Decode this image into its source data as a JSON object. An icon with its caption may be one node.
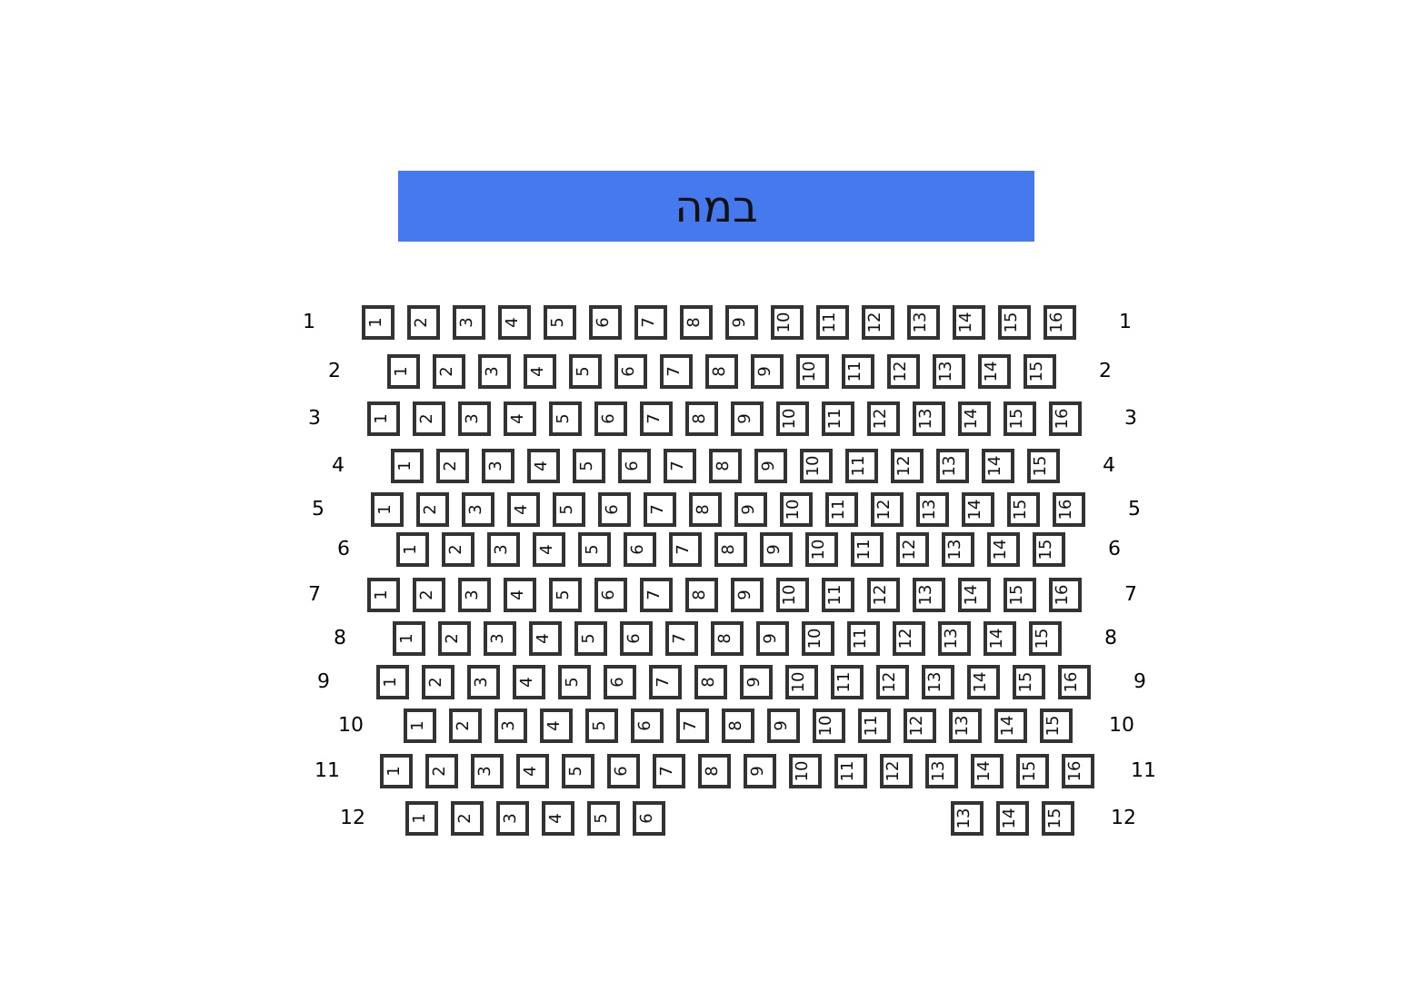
{
  "diagram": {
    "nodes": [
      {
        "text": [
          "במה"
        ]
      },
      {
        "text": [
          "1"
        ]
      },
      {
        "text": [
          "2"
        ]
      },
      {
        "text": [
          "3"
        ]
      },
      {
        "text": [
          "4"
        ]
      },
      {
        "text": [
          "5"
        ]
      },
      {
        "text": [
          "6"
        ]
      },
      {
        "text": [
          "7"
        ]
      },
      {
        "text": [
          "8"
        ]
      },
      {
        "text": [
          "9"
        ]
      },
      {
        "text": [
          "10"
        ]
      },
      {
        "text": [
          "11"
        ]
      },
      {
        "text": [
          "12"
        ]
      },
      {
        "text": [
          "13"
        ]
      },
      {
        "text": [
          "14"
        ]
      },
      {
        "text": [
          "15"
        ]
      },
      {
        "text": [
          "16"
        ]
      },
      {
        "text": [
          "1"
        ]
      },
      {
        "text": [
          "2"
        ]
      },
      {
        "text": [
          "3"
        ]
      },
      {
        "text": [
          "4"
        ]
      },
      {
        "text": [
          "5"
        ]
      },
      {
        "text": [
          "6"
        ]
      },
      {
        "text": [
          "7"
        ]
      },
      {
        "text": [
          "8"
        ]
      },
      {
        "text": [
          "9"
        ]
      },
      {
        "text": [
          "10"
        ]
      },
      {
        "text": [
          "11"
        ]
      },
      {
        "text": [
          "12"
        ]
      },
      {
        "text": [
          "13"
        ]
      },
      {
        "text": [
          "14"
        ]
      },
      {
        "text": [
          "15"
        ]
      },
      {
        "text": [
          "1"
        ]
      },
      {
        "text": [
          "2"
        ]
      },
      {
        "text": [
          "3"
        ]
      },
      {
        "text": [
          "4"
        ]
      },
      {
        "text": [
          "5"
        ]
      },
      {
        "text": [
          "6"
        ]
      },
      {
        "text": [
          "7"
        ]
      },
      {
        "text": [
          "8"
        ]
      },
      {
        "text": [
          "9"
        ]
      },
      {
        "text": [
          "10"
        ]
      },
      {
        "text": [
          "11"
        ]
      },
      {
        "text": [
          "12"
        ]
      },
      {
        "text": [
          "13"
        ]
      },
      {
        "text": [
          "14"
        ]
      },
      {
        "text": [
          "15"
        ]
      },
      {
        "text": [
          "16"
        ]
      },
      {
        "text": [
          "1"
        ]
      },
      {
        "text": [
          "2"
        ]
      },
      {
        "text": [
          "3"
        ]
      },
      {
        "text": [
          "4"
        ]
      },
      {
        "text": [
          "5"
        ]
      },
      {
        "text": [
          "6"
        ]
      },
      {
        "text": [
          "7"
        ]
      },
      {
        "text": [
          "8"
        ]
      },
      {
        "text": [
          "9"
        ]
      },
      {
        "text": [
          "10"
        ]
      },
      {
        "text": [
          "11"
        ]
      },
      {
        "text": [
          "12"
        ]
      },
      {
        "text": [
          "13"
        ]
      },
      {
        "text": [
          "14"
        ]
      },
      {
        "text": [
          "15"
        ]
      },
      {
        "text": [
          "1"
        ]
      },
      {
        "text": [
          "2"
        ]
      },
      {
        "text": [
          "3"
        ]
      },
      {
        "text": [
          "4"
        ]
      },
      {
        "text": [
          "5"
        ]
      },
      {
        "text": [
          "6"
        ]
      },
      {
        "text": [
          "7"
        ]
      },
      {
        "text": [
          "8"
        ]
      },
      {
        "text": [
          "9"
        ]
      },
      {
        "text": [
          "10"
        ]
      },
      {
        "text": [
          "11"
        ]
      },
      {
        "text": [
          "12"
        ]
      },
      {
        "text": [
          "13"
        ]
      },
      {
        "text": [
          "14"
        ]
      },
      {
        "text": [
          "15"
        ]
      },
      {
        "text": [
          "16"
        ]
      },
      {
        "text": [
          "1"
        ]
      },
      {
        "text": [
          "2"
        ]
      },
      {
        "text": [
          "3"
        ]
      },
      {
        "text": [
          "4"
        ]
      },
      {
        "text": [
          "5"
        ]
      },
      {
        "text": [
          "6"
        ]
      },
      {
        "text": [
          "7"
        ]
      },
      {
        "text": [
          "8"
        ]
      },
      {
        "text": [
          "9"
        ]
      },
      {
        "text": [
          "10"
        ]
      },
      {
        "text": [
          "11"
        ]
      },
      {
        "text": [
          "12"
        ]
      },
      {
        "text": [
          "13"
        ]
      },
      {
        "text": [
          "14"
        ]
      },
      {
        "text": [
          "15"
        ]
      },
      {
        "text": [
          "1"
        ]
      },
      {
        "text": [
          "2"
        ]
      },
      {
        "text": [
          "3"
        ]
      },
      {
        "text": [
          "4"
        ]
      },
      {
        "text": [
          "5"
        ]
      },
      {
        "text": [
          "6"
        ]
      },
      {
        "text": [
          "7"
        ]
      },
      {
        "text": [
          "8"
        ]
      },
      {
        "text": [
          "9"
        ]
      },
      {
        "text": [
          "10"
        ]
      },
      {
        "text": [
          "11"
        ]
      },
      {
        "text": [
          "12"
        ]
      },
      {
        "text": [
          "13"
        ]
      },
      {
        "text": [
          "14"
        ]
      },
      {
        "text": [
          "15"
        ]
      },
      {
        "text": [
          "16"
        ]
      },
      {
        "text": [
          "1"
        ]
      },
      {
        "text": [
          "2"
        ]
      },
      {
        "text": [
          "3"
        ]
      },
      {
        "text": [
          "4"
        ]
      },
      {
        "text": [
          "5"
        ]
      },
      {
        "text": [
          "6"
        ]
      },
      {
        "text": [
          "7"
        ]
      },
      {
        "text": [
          "8"
        ]
      },
      {
        "text": [
          "9"
        ]
      },
      {
        "text": [
          "10"
        ]
      },
      {
        "text": [
          "11"
        ]
      },
      {
        "text": [
          "12"
        ]
      },
      {
        "text": [
          "13"
        ]
      },
      {
        "text": [
          "14"
        ]
      },
      {
        "text": [
          "15"
        ]
      },
      {
        "text": [
          "1"
        ]
      },
      {
        "text": [
          "2"
        ]
      },
      {
        "text": [
          "3"
        ]
      },
      {
        "text": [
          "4"
        ]
      },
      {
        "text": [
          "5"
        ]
      },
      {
        "text": [
          "6"
        ]
      },
      {
        "text": [
          "7"
        ]
      },
      {
        "text": [
          "8"
        ]
      },
      {
        "text": [
          "9"
        ]
      },
      {
        "text": [
          "10"
        ]
      },
      {
        "text": [
          "11"
        ]
      },
      {
        "text": [
          "12"
        ]
      },
      {
        "text": [
          "13"
        ]
      },
      {
        "text": [
          "14"
        ]
      },
      {
        "text": [
          "15"
        ]
      },
      {
        "text": [
          "16"
        ]
      },
      {
        "text": [
          "1"
        ]
      },
      {
        "text": [
          "2"
        ]
      },
      {
        "text": [
          "3"
        ]
      },
      {
        "text": [
          "4"
        ]
      },
      {
        "text": [
          "5"
        ]
      },
      {
        "text": [
          "6"
        ]
      },
      {
        "text": [
          "7"
        ]
      },
      {
        "text": [
          "8"
        ]
      },
      {
        "text": [
          "9"
        ]
      },
      {
        "text": [
          "10"
        ]
      },
      {
        "text": [
          "11"
        ]
      },
      {
        "text": [
          "12"
        ]
      },
      {
        "text": [
          "13"
        ]
      },
      {
        "text": [
          "14"
        ]
      },
      {
        "text": [
          "15"
        ]
      },
      {
        "text": [
          "1"
        ]
      },
      {
        "text": [
          "2"
        ]
      },
      {
        "text": [
          "3"
        ]
      },
      {
        "text": [
          "4"
        ]
      },
      {
        "text": [
          "5"
        ]
      },
      {
        "text": [
          "6"
        ]
      },
      {
        "text": [
          "7"
        ]
      },
      {
        "text": [
          "8"
        ]
      },
      {
        "text": [
          "9"
        ]
      },
      {
        "text": [
          "10"
        ]
      },
      {
        "text": [
          "11"
        ]
      },
      {
        "text": [
          "12"
        ]
      },
      {
        "text": [
          "13"
        ]
      },
      {
        "text": [
          "14"
        ]
      },
      {
        "text": [
          "15"
        ]
      },
      {
        "text": [
          "16"
        ]
      },
      {
        "text": [
          "1"
        ]
      },
      {
        "text": [
          "2"
        ]
      },
      {
        "text": [
          "3"
        ]
      },
      {
        "text": [
          "4"
        ]
      },
      {
        "text": [
          "5"
        ]
      },
      {
        "text": [
          "6"
        ]
      },
      {
        "text": [
          "13"
        ]
      },
      {
        "text": [
          "14"
        ]
      },
      {
        "text": [
          "15"
        ]
      }
    ],
    "labels": [
      "1",
      "1",
      "2",
      "2",
      "3",
      "3",
      "4",
      "4",
      "5",
      "5",
      "6",
      "6",
      "7",
      "7",
      "8",
      "8",
      "9",
      "9",
      "10",
      "10",
      "11",
      "11",
      "12",
      "12"
    ]
  }
}
